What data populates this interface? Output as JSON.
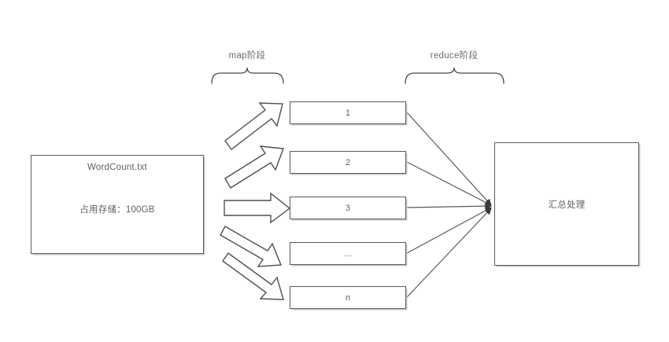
{
  "diagram": {
    "title": "MapReduce WordCount flow",
    "colors": {
      "stroke": "#5a5a5a",
      "thin_stroke": "#595959",
      "text": "#5f5f5f",
      "label_text": "#6b6b6b",
      "shadow": "#c9c9c9",
      "background": "#ffffff"
    },
    "stage_labels": {
      "map": "map阶段",
      "reduce": "reduce阶段"
    },
    "source": {
      "file_name": "WordCount.txt",
      "storage": "占用存储：100GB"
    },
    "map_tasks": [
      {
        "label": "1"
      },
      {
        "label": "2"
      },
      {
        "label": "3"
      },
      {
        "label": "..."
      },
      {
        "label": "n"
      }
    ],
    "reduce": {
      "label": "汇总处理"
    },
    "block_arrows": [
      {
        "name": "split-arrow-1",
        "direction": "up-right"
      },
      {
        "name": "split-arrow-2",
        "direction": "up-right"
      },
      {
        "name": "split-arrow-3",
        "direction": "right"
      },
      {
        "name": "split-arrow-4",
        "direction": "down-right"
      },
      {
        "name": "split-arrow-5",
        "direction": "down-right"
      }
    ],
    "converge_arrows": 5
  }
}
